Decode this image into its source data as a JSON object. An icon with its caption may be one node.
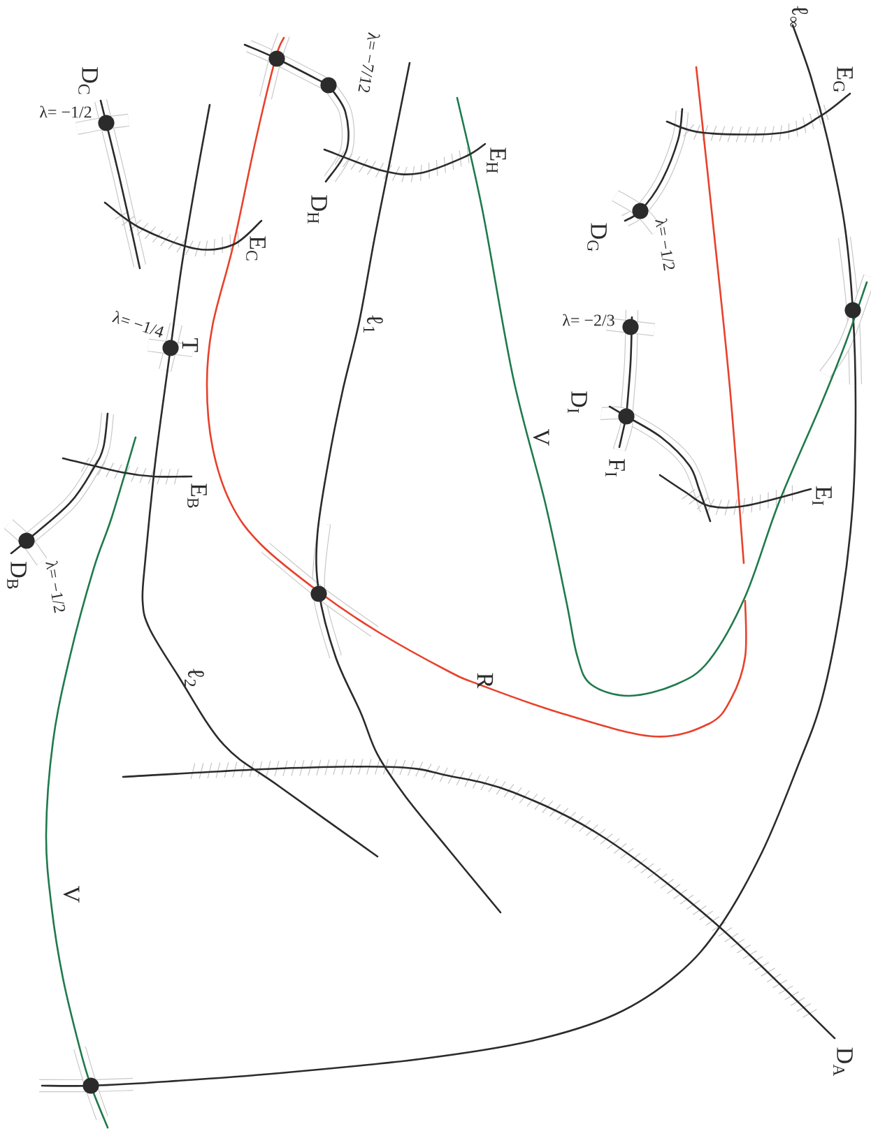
{
  "diagram": {
    "labels": [
      "ℓ$_{∞}$",
      "λ= −7/12",
      "E$_{G}$",
      "D$_{C}$",
      "λ= −1/2",
      "E$_{H}$",
      "D$_{H}$",
      "D$_{G}$",
      "λ= −1/2",
      "E$_{C}$",
      "λ= −2/3",
      "λ= −1/4",
      "ℓ$_{1}$",
      "T",
      "D$_{I}$",
      "V",
      "F$_{I}$",
      "E$_{B}$",
      "E$_{I}$",
      "D$_{B}$",
      "λ= −1/2",
      "ℓ$_{2}$",
      "R",
      "V",
      "D$_{A}$"
    ]
  }
}
